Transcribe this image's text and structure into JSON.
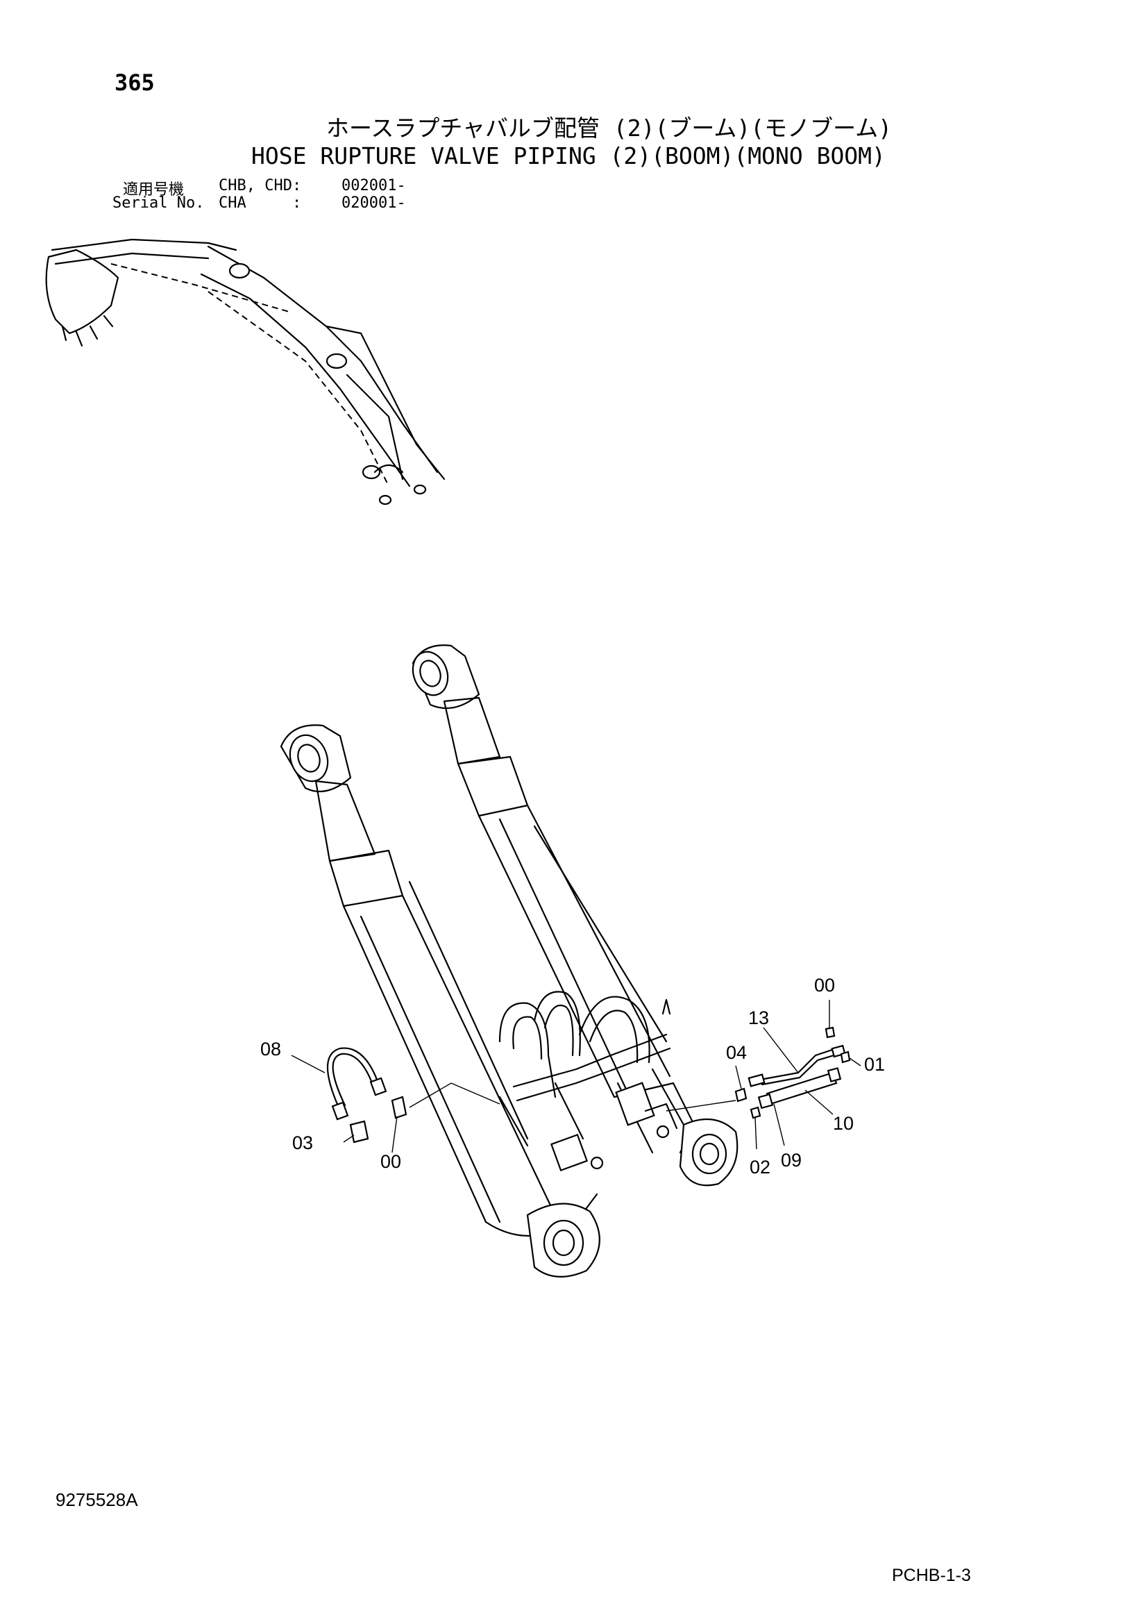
{
  "page_number": "365",
  "title_jp": "ホースラプチャバルブ配管 (2)(ブーム)(モノブーム)",
  "title_en": "HOSE RUPTURE VALVE PIPING (2)(BOOM)(MONO BOOM)",
  "serial": {
    "label_jp": "適用号機",
    "label_en": "Serial No.",
    "rows": [
      {
        "models": "CHB, CHD:",
        "range": "002001-"
      },
      {
        "models": "CHA     :",
        "range": "020001-"
      }
    ]
  },
  "callouts": [
    "00",
    "13",
    "04",
    "01",
    "08",
    "10",
    "03",
    "00",
    "02",
    "09"
  ],
  "drawing_number": "9275528A",
  "page_code": "PCHB-1-3"
}
